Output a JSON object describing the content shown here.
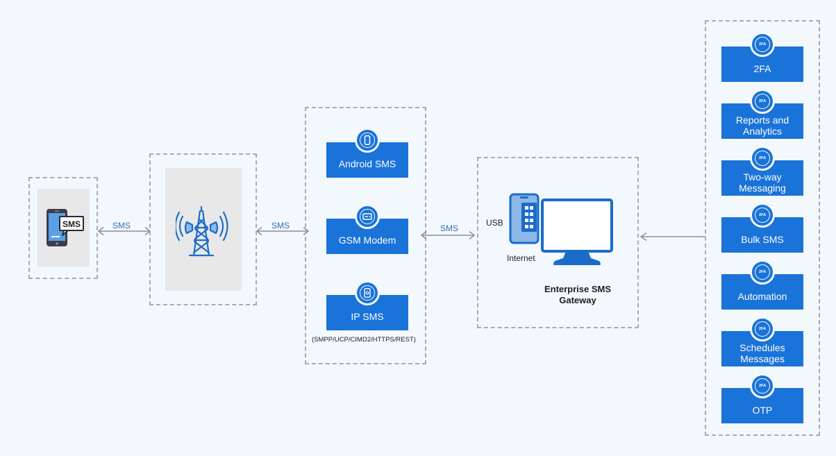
{
  "connectors": {
    "sms_1": "SMS",
    "sms_2": "SMS",
    "sms_3": "SMS"
  },
  "channels": {
    "android": "Android SMS",
    "gsm": "GSM Modem",
    "ip": "IP SMS",
    "ip_protocols": "(SMPP/UCP/CIMD2/HTTPS/REST)"
  },
  "gateway": {
    "usb": "USB",
    "internet": "Internet",
    "title": "Enterprise SMS Gateway"
  },
  "phone_bubble": "SMS",
  "use_cases": [
    {
      "label": "2FA",
      "badge": "2FA"
    },
    {
      "label": "Reports and Analytics",
      "badge": "2FA"
    },
    {
      "label": "Two-way Messaging",
      "badge": "2FA"
    },
    {
      "label": "Bulk SMS",
      "badge": "2FA"
    },
    {
      "label": "Automation",
      "badge": "2FA"
    },
    {
      "label": "Schedules Messages",
      "badge": "2FA"
    },
    {
      "label": "OTP",
      "badge": "2FA"
    }
  ],
  "colors": {
    "background": "#f3f8fd",
    "brand_blue": "#1a73d8",
    "dash": "#a8acb0",
    "arrow": "#8c9096"
  }
}
